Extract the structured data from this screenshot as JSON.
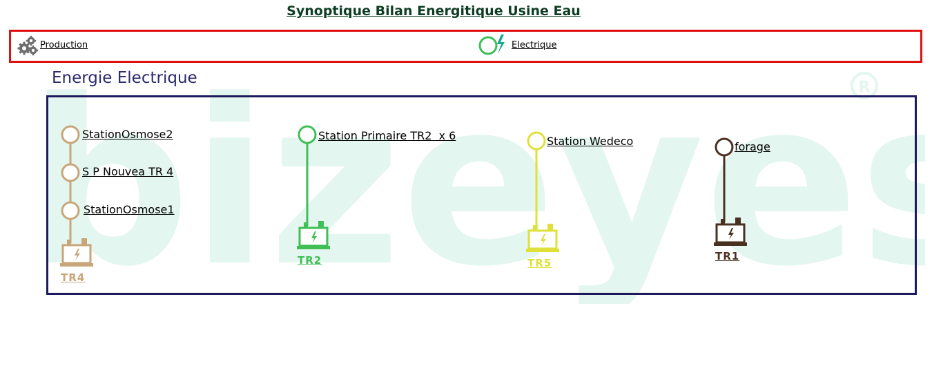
{
  "page": {
    "title": "Synoptique Bilan Energitique Usine Eau"
  },
  "nav": {
    "production_label": "Production ",
    "electrique_label": "Electrique",
    "production_icon": "gears-icon",
    "electrique_icon": "electric-meter-icon"
  },
  "section": {
    "title": "Energie Electrique"
  },
  "watermark": {
    "text": "bizeyes",
    "color": "#e3f6ef"
  },
  "transformers": [
    {
      "name": "TR4",
      "color": "#c8a67a",
      "stations": [
        "StationOsmose2",
        "S P Nouvea TR 4",
        "StationOsmose1"
      ]
    },
    {
      "name": "TR2",
      "color": "#3fbf55",
      "stations": [
        "Station Primaire TR2  x 6"
      ]
    },
    {
      "name": "TR5",
      "color": "#e0e03a",
      "stations": [
        "Station Wedeco"
      ]
    },
    {
      "name": "TR1",
      "color": "#4a3020",
      "stations": [
        "forage"
      ]
    }
  ],
  "colors": {
    "nav_border": "#e01010",
    "panel_border": "#1c1a5c",
    "title": "#0f3d24",
    "section_title": "#2e2a6e"
  }
}
